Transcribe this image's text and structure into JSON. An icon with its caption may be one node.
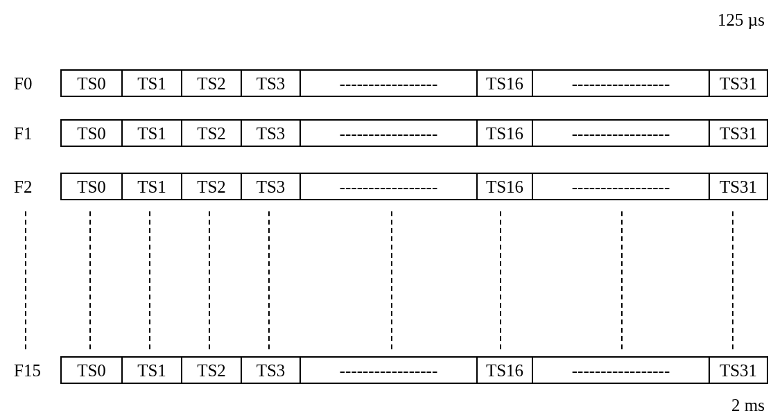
{
  "diagram": {
    "nodes": [
      {
        "text": [
          "F0"
        ]
      },
      {
        "text": [
          "TS0"
        ],
        "in": 0
      },
      {
        "text": [
          "TS1"
        ],
        "in": 0
      },
      {
        "text": [
          "TS2"
        ],
        "in": 0
      },
      {
        "text": [
          "TS3"
        ],
        "in": 0
      },
      {
        "text": [
          "-----------------"
        ],
        "in": 0
      },
      {
        "text": [
          "TS16"
        ],
        "in": 0
      },
      {
        "text": [
          "-----------------"
        ],
        "in": 0
      },
      {
        "text": [
          "TS31"
        ],
        "in": 0
      },
      {
        "text": [
          "F1"
        ]
      },
      {
        "text": [
          "TS0"
        ],
        "in": 9
      },
      {
        "text": [
          "TS1"
        ],
        "in": 9
      },
      {
        "text": [
          "TS2"
        ],
        "in": 9
      },
      {
        "text": [
          "TS3"
        ],
        "in": 9
      },
      {
        "text": [
          "-----------------"
        ],
        "in": 9
      },
      {
        "text": [
          "TS16"
        ],
        "in": 9
      },
      {
        "text": [
          "-----------------"
        ],
        "in": 9
      },
      {
        "text": [
          "TS31"
        ],
        "in": 9
      },
      {
        "text": [
          "F2"
        ]
      },
      {
        "text": [
          "TS0"
        ],
        "in": 18
      },
      {
        "text": [
          "TS1"
        ],
        "in": 18
      },
      {
        "text": [
          "TS2"
        ],
        "in": 18
      },
      {
        "text": [
          "TS3"
        ],
        "in": 18
      },
      {
        "text": [
          "-----------------"
        ],
        "in": 18
      },
      {
        "text": [
          "TS16"
        ],
        "in": 18
      },
      {
        "text": [
          "-----------------"
        ],
        "in": 18
      },
      {
        "text": [
          "TS31"
        ],
        "in": 18
      },
      {
        "text": [
          "F15"
        ]
      },
      {
        "text": [
          "TS0"
        ],
        "in": 27
      },
      {
        "text": [
          "TS1"
        ],
        "in": 27
      },
      {
        "text": [
          "TS2"
        ],
        "in": 27
      },
      {
        "text": [
          "TS3"
        ],
        "in": 27
      },
      {
        "text": [
          "-----------------"
        ],
        "in": 27
      },
      {
        "text": [
          "TS16"
        ],
        "in": 27
      },
      {
        "text": [
          "-----------------"
        ],
        "in": 27
      },
      {
        "text": [
          "TS31"
        ],
        "in": 27
      }
    ],
    "labels": [
      "125 µs",
      "2 ms"
    ]
  }
}
